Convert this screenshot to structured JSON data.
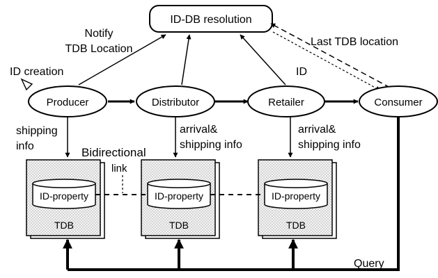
{
  "resolver": {
    "label": "ID-DB resolution"
  },
  "nodes": {
    "producer": "Producer",
    "distributor": "Distributor",
    "retailer": "Retailer",
    "consumer": "Consumer"
  },
  "annotations": {
    "id_creation": "ID creation",
    "notify_line1": "Notify",
    "notify_line2": "TDB Location",
    "last_tdb": "Last TDB location",
    "id": "ID",
    "shipping_line1": "shipping",
    "shipping_line2": "info",
    "arrival_line1": "arrival&",
    "arrival_line2": "shipping info",
    "retail_arrival_line1": "arrival&",
    "retail_arrival_line2": "shipping info",
    "bidirectional_line1": "Bidirectional",
    "bidirectional_line2": "link",
    "query": "Query"
  },
  "databases": [
    {
      "property": "ID-property",
      "label": "TDB"
    },
    {
      "property": "ID-property",
      "label": "TDB"
    },
    {
      "property": "ID-property",
      "label": "TDB"
    }
  ]
}
